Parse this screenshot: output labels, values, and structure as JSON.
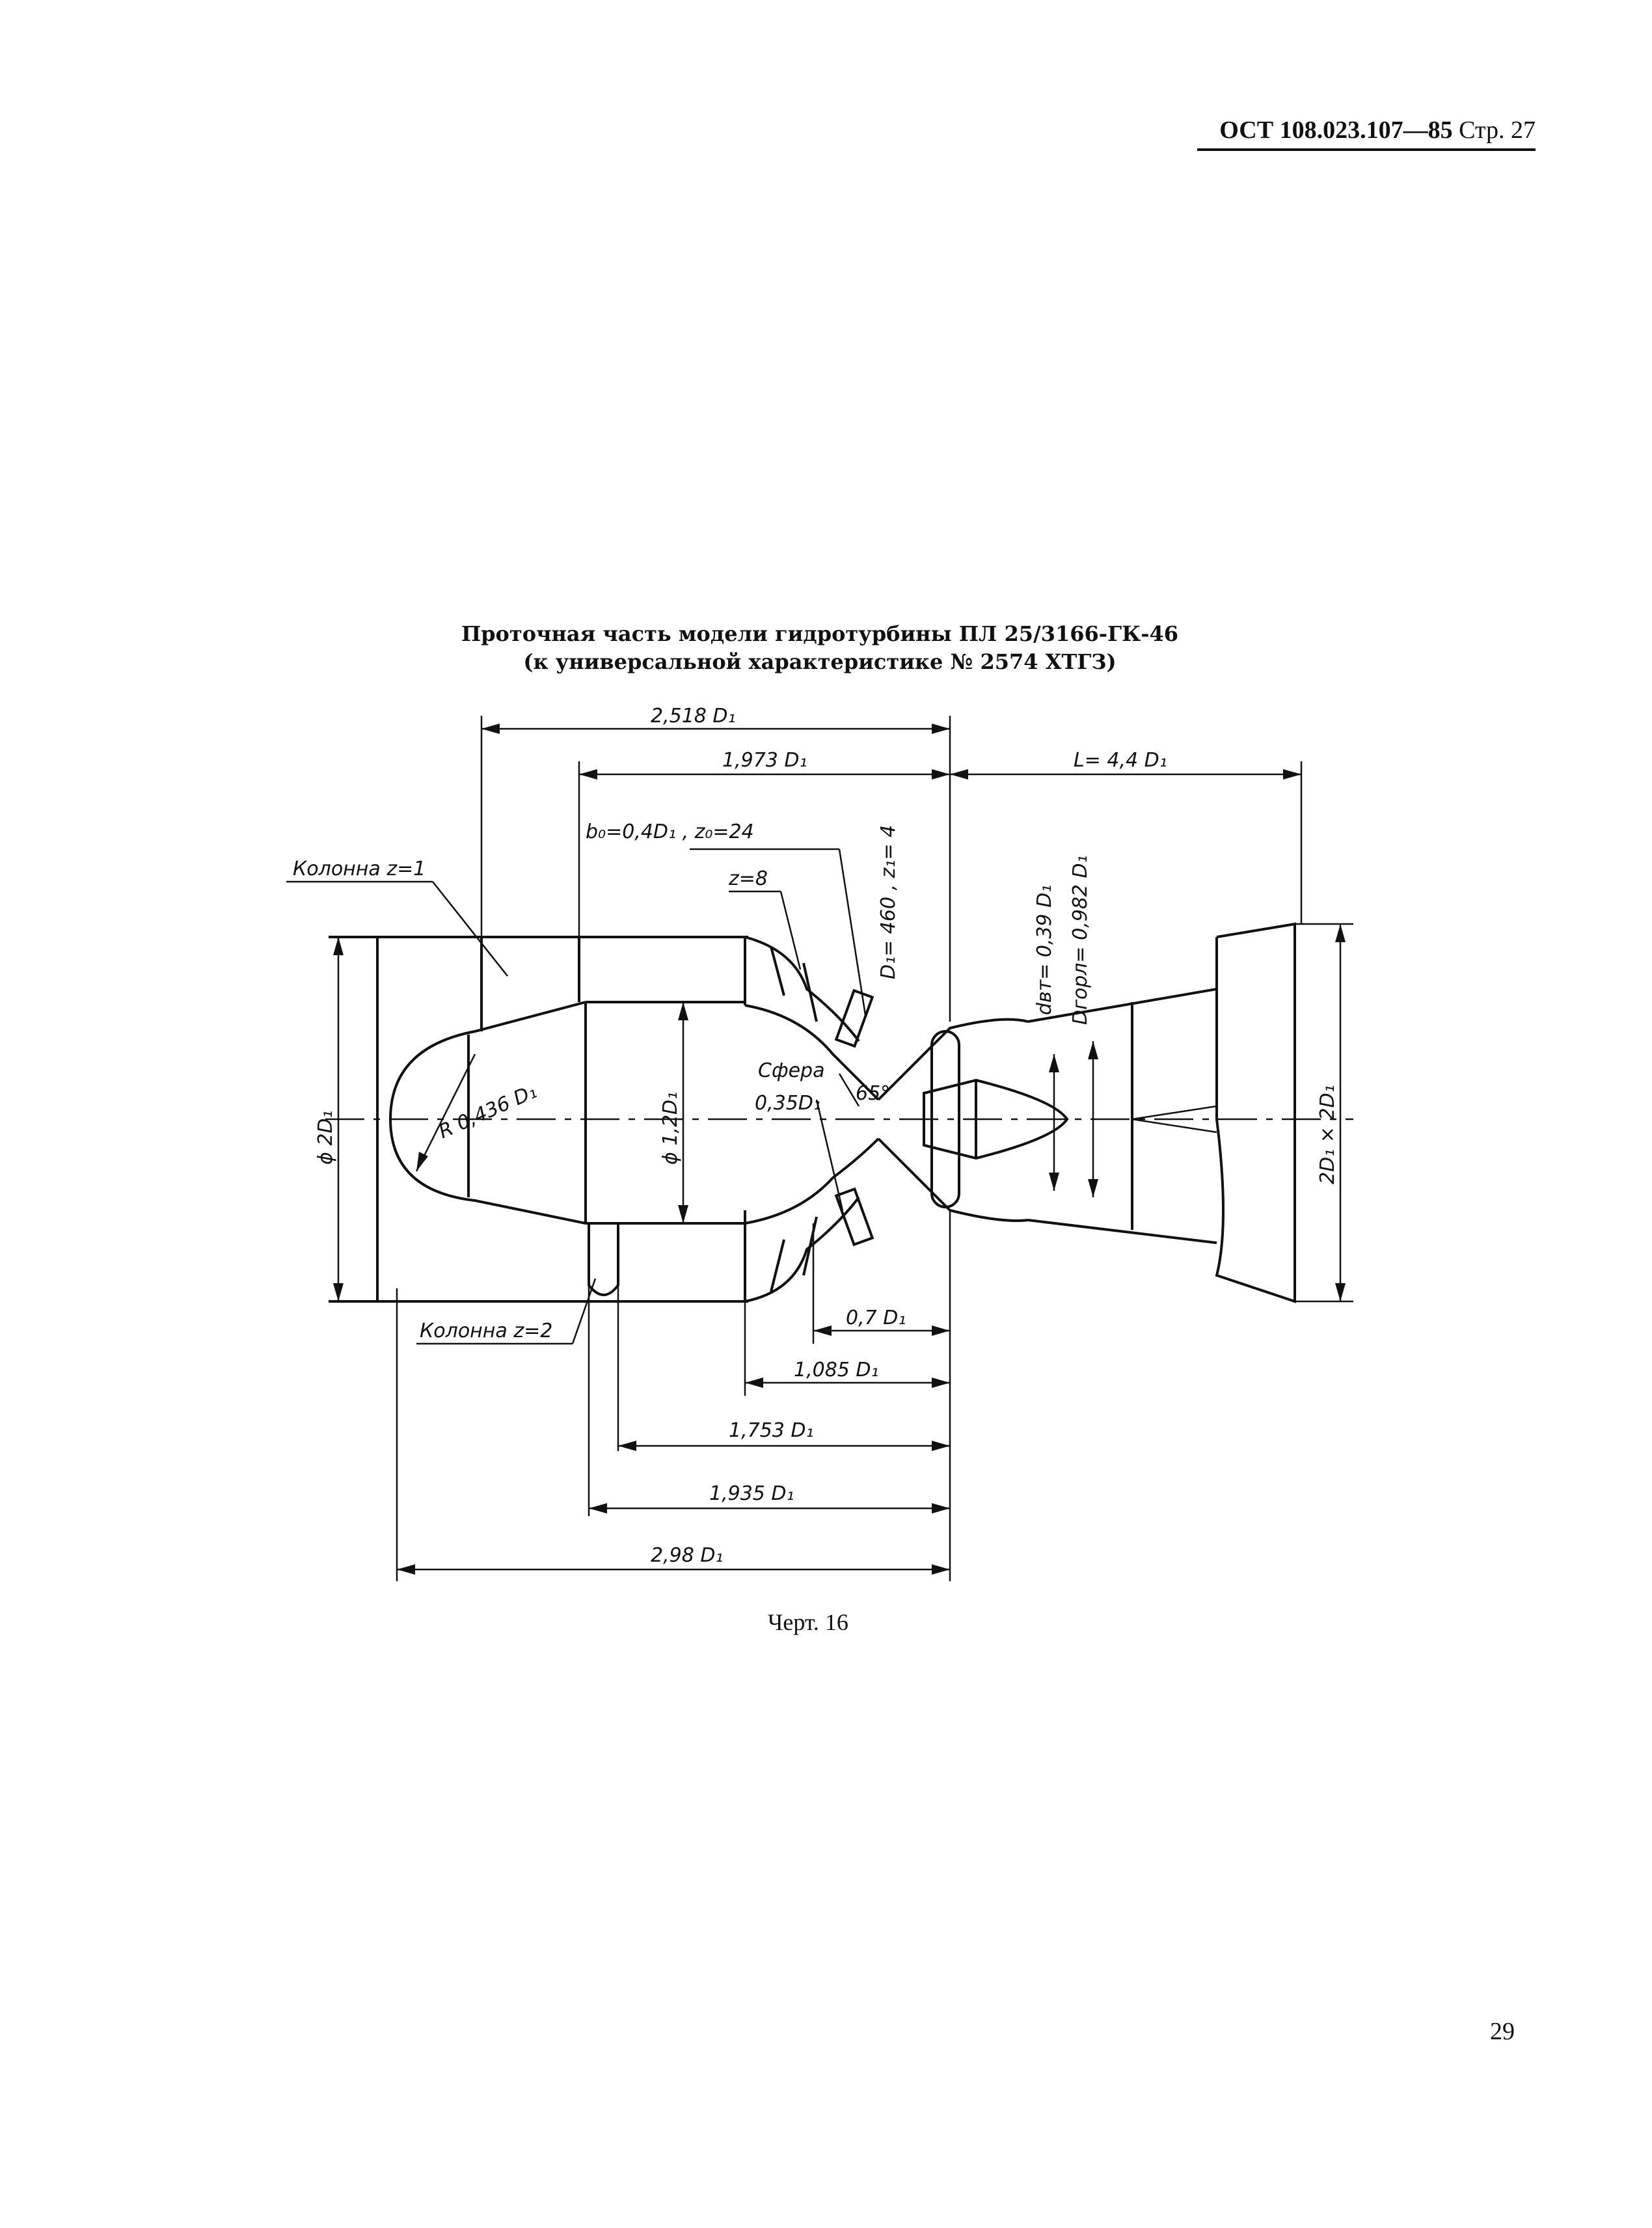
{
  "header": {
    "doc_code": "ОСТ 108.023.107—85",
    "page_label": "Стр. 27"
  },
  "title": {
    "line1": "Проточная часть модели гидротурбины ПЛ 25/3166-ГК-46",
    "line2": "(к универсальной характеристике № 2574 ХТГЗ)"
  },
  "drawing": {
    "dim_2518": "2,518 D₁",
    "dim_1973": "1,973 D₁",
    "dim_L": "L= 4,4 D₁",
    "label_b0": "b₀=0,4D₁ ,  z₀=24",
    "label_z8": "z=8",
    "label_kolonna1": "Колонна z=1",
    "label_D1": "D₁= 460 , z₁= 4",
    "label_dvt": "dвт= 0,39 D₁",
    "label_Dgorl": "Dгорл= 0,982 D₁",
    "label_R": "R 0,436 D₁",
    "label_phi2": "ϕ 2D₁",
    "label_phi12": "ϕ 1,2D₁",
    "label_sfera": "Сфера",
    "label_035": "0,35D₁",
    "label_65": "65°",
    "label_2Dx2D": "2D₁ × 2D₁",
    "label_kolonna2": "Колонна z=2",
    "dim_07": "0,7 D₁",
    "dim_1085": "1,085 D₁",
    "dim_1753": "1,753 D₁",
    "dim_1935": "1,935 D₁",
    "dim_298": "2,98 D₁"
  },
  "caption": "Черт. 16",
  "page_number": "29"
}
